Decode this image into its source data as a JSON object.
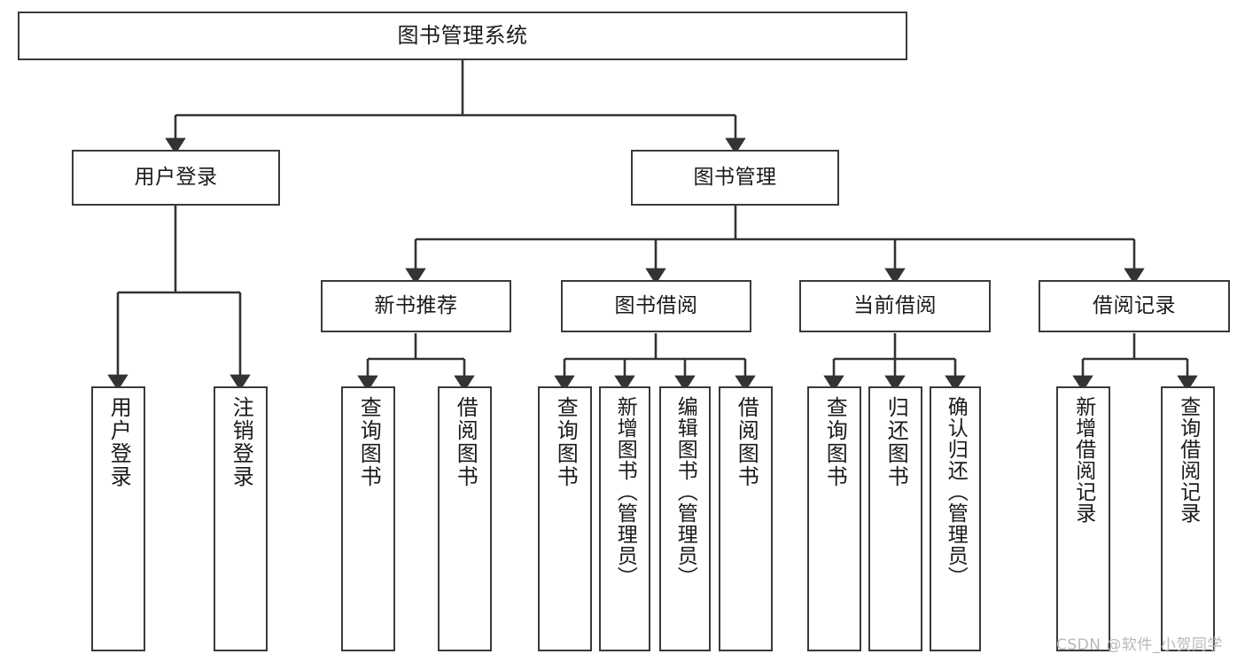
{
  "diagram": {
    "title": "图书管理系统",
    "type": "hierarchy-tree",
    "root": {
      "id": "root",
      "label": "图书管理系统"
    },
    "level2": [
      {
        "id": "user-login",
        "label": "用户登录"
      },
      {
        "id": "book-management",
        "label": "图书管理"
      }
    ],
    "level3": [
      {
        "id": "new-book-recommend",
        "label": "新书推荐",
        "parent": "book-management"
      },
      {
        "id": "book-borrow",
        "label": "图书借阅",
        "parent": "book-management"
      },
      {
        "id": "current-borrow",
        "label": "当前借阅",
        "parent": "book-management"
      },
      {
        "id": "borrow-record",
        "label": "借阅记录",
        "parent": "book-management"
      }
    ],
    "leaves": [
      {
        "id": "leaf-user-login",
        "label": "用户登录",
        "parent": "user-login"
      },
      {
        "id": "leaf-logout-login",
        "label": "注销登录",
        "parent": "user-login"
      },
      {
        "id": "leaf-query-book-1",
        "label": "查询图书",
        "parent": "new-book-recommend"
      },
      {
        "id": "leaf-borrow-book-1",
        "label": "借阅图书",
        "parent": "new-book-recommend"
      },
      {
        "id": "leaf-query-book-2",
        "label": "查询图书",
        "parent": "book-borrow"
      },
      {
        "id": "leaf-add-book",
        "label": "新增图书（管理员）",
        "parent": "book-borrow"
      },
      {
        "id": "leaf-edit-book",
        "label": "编辑图书（管理员）",
        "parent": "book-borrow"
      },
      {
        "id": "leaf-borrow-book-2",
        "label": "借阅图书",
        "parent": "book-borrow"
      },
      {
        "id": "leaf-query-book-3",
        "label": "查询图书",
        "parent": "current-borrow"
      },
      {
        "id": "leaf-return-book",
        "label": "归还图书",
        "parent": "current-borrow"
      },
      {
        "id": "leaf-confirm-return",
        "label": "确认归还（管理员）",
        "parent": "current-borrow"
      },
      {
        "id": "leaf-add-record",
        "label": "新增借阅记录",
        "parent": "borrow-record"
      },
      {
        "id": "leaf-query-record",
        "label": "查询借阅记录",
        "parent": "borrow-record"
      }
    ]
  },
  "watermark": {
    "text": "CSDN @软件_小贺同学"
  },
  "colors": {
    "box_border": "#3a3a3a",
    "box_fill": "#ffffff",
    "connector": "#333333",
    "text": "#1a1a1a",
    "watermark": "#b8b8b8"
  }
}
